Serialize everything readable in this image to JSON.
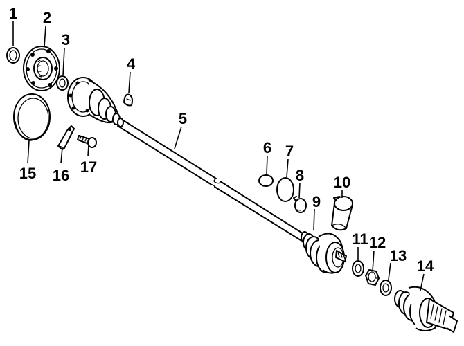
{
  "callouts": [
    {
      "id": "1",
      "part": "ring-washer"
    },
    {
      "id": "2",
      "part": "flange"
    },
    {
      "id": "3",
      "part": "washer"
    },
    {
      "id": "4",
      "part": "clip"
    },
    {
      "id": "5",
      "part": "shaft"
    },
    {
      "id": "6",
      "part": "disc"
    },
    {
      "id": "7",
      "part": "ring"
    },
    {
      "id": "8",
      "part": "clamp"
    },
    {
      "id": "9",
      "part": "boot-inner"
    },
    {
      "id": "10",
      "part": "band"
    },
    {
      "id": "11",
      "part": "washer"
    },
    {
      "id": "12",
      "part": "nut"
    },
    {
      "id": "13",
      "part": "ring"
    },
    {
      "id": "14",
      "part": "cv-joint-boot"
    },
    {
      "id": "15",
      "part": "large-ring"
    },
    {
      "id": "16",
      "part": "bracket"
    },
    {
      "id": "17",
      "part": "bolt"
    }
  ],
  "colors": {
    "ink": "#000000",
    "paper": "#ffffff"
  }
}
